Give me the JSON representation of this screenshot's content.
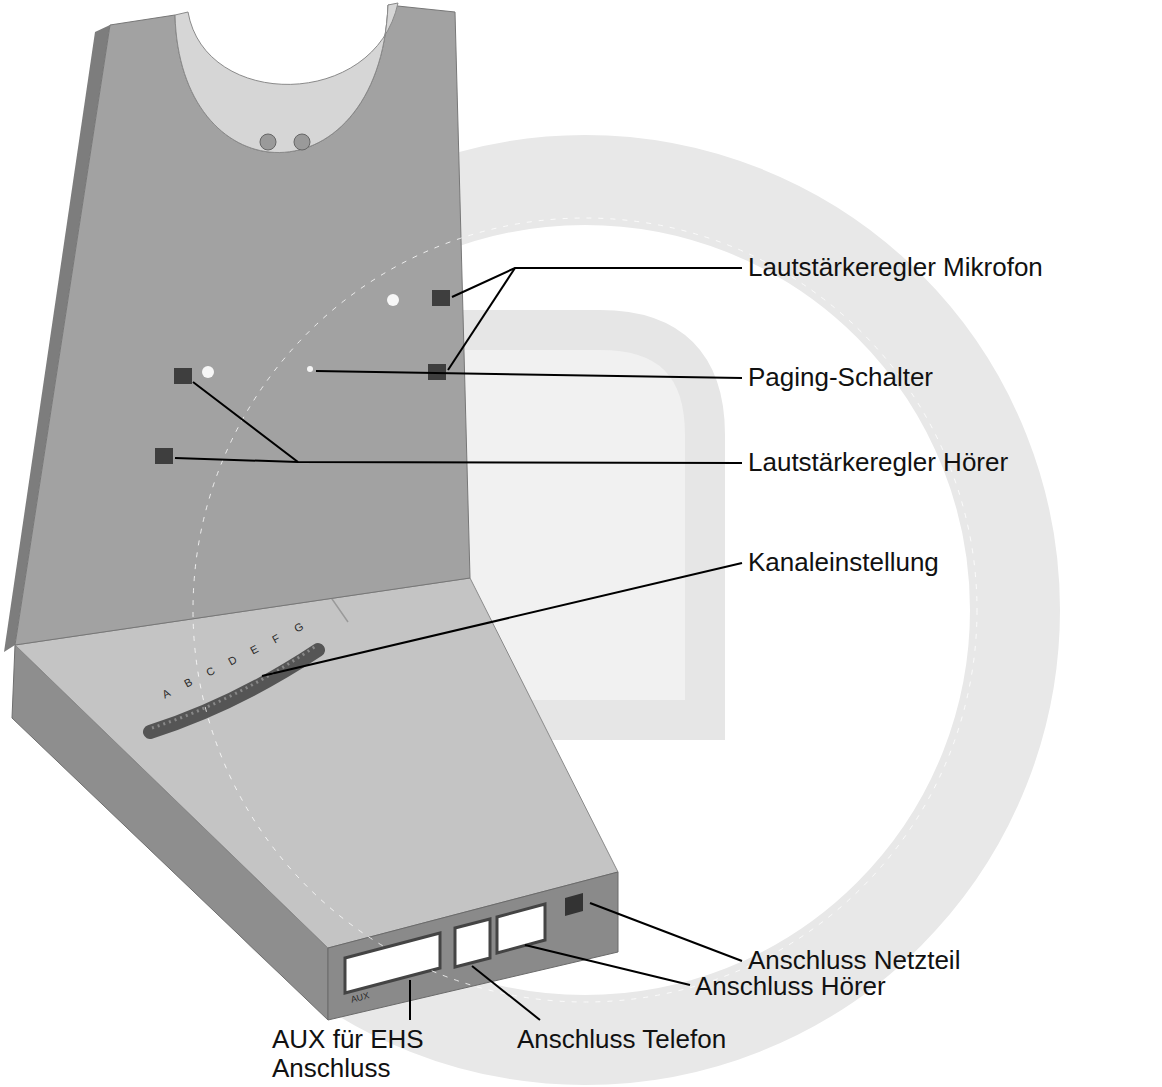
{
  "diagram": {
    "labels": [
      "Lautstärkeregler Mikrofon",
      "Paging-Schalter",
      "Lautstärkeregler Hörer",
      "Kanaleinstellung",
      "Anschluss Netzteil",
      "Anschluss Hörer",
      "AUX für EHS Anschluss",
      "Anschluss Telefon",
      "AUX",
      "A",
      "B",
      "C",
      "D",
      "E",
      "F",
      "G"
    ]
  }
}
